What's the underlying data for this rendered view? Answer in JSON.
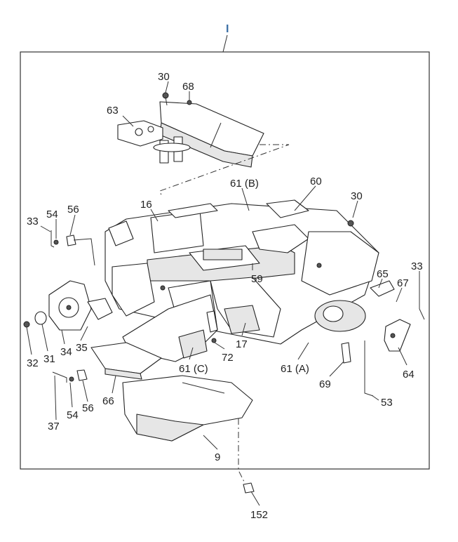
{
  "figure": {
    "top_marker": "I",
    "marker_color": "#3a6ea5",
    "callouts": [
      {
        "id": "c30a",
        "text": "30"
      },
      {
        "id": "c68",
        "text": "68"
      },
      {
        "id": "c63",
        "text": "63"
      },
      {
        "id": "c61b",
        "text": "61 (B)"
      },
      {
        "id": "c60",
        "text": "60"
      },
      {
        "id": "c30b",
        "text": "30"
      },
      {
        "id": "c16",
        "text": "16"
      },
      {
        "id": "c33a",
        "text": "33"
      },
      {
        "id": "c54a",
        "text": "54"
      },
      {
        "id": "c56a",
        "text": "56"
      },
      {
        "id": "c59",
        "text": "59"
      },
      {
        "id": "c33b",
        "text": "33"
      },
      {
        "id": "c65",
        "text": "65"
      },
      {
        "id": "c67",
        "text": "67"
      },
      {
        "id": "c64",
        "text": "64"
      },
      {
        "id": "c32",
        "text": "32"
      },
      {
        "id": "c31",
        "text": "31"
      },
      {
        "id": "c34",
        "text": "34"
      },
      {
        "id": "c35",
        "text": "35"
      },
      {
        "id": "c17",
        "text": "17"
      },
      {
        "id": "c72",
        "text": "72"
      },
      {
        "id": "c61c",
        "text": "61 (C)"
      },
      {
        "id": "c61a",
        "text": "61 (A)"
      },
      {
        "id": "c69",
        "text": "69"
      },
      {
        "id": "c53",
        "text": "53"
      },
      {
        "id": "c66",
        "text": "66"
      },
      {
        "id": "c56b",
        "text": "56"
      },
      {
        "id": "c54b",
        "text": "54"
      },
      {
        "id": "c37",
        "text": "37"
      },
      {
        "id": "c9",
        "text": "9"
      },
      {
        "id": "c152",
        "text": "152"
      }
    ]
  }
}
